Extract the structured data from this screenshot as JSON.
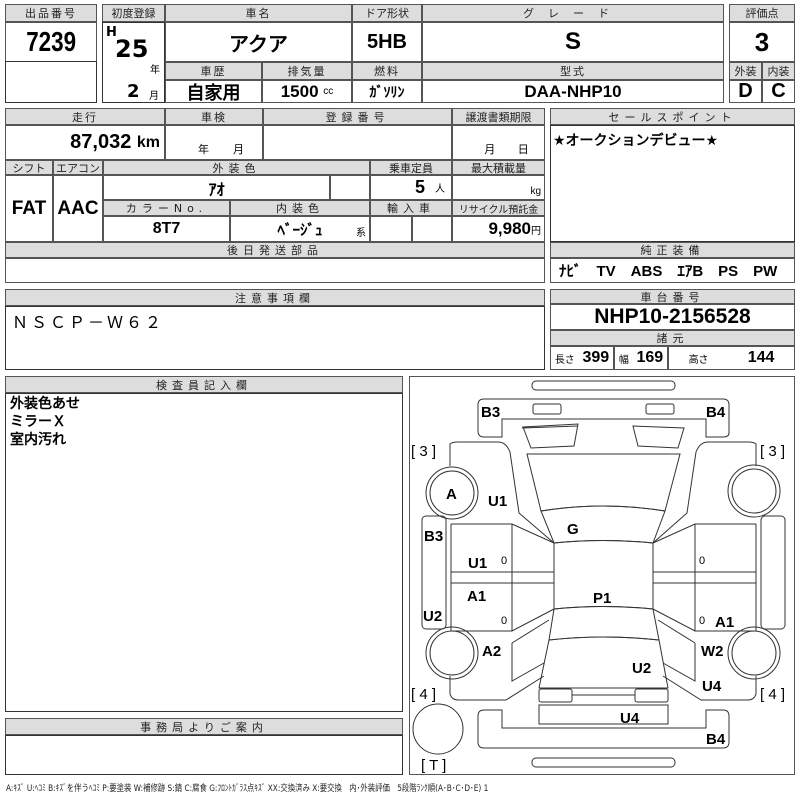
{
  "lot": {
    "label": "出品番号",
    "value": "7239"
  },
  "first_reg": {
    "label": "初度登録",
    "era": "H",
    "year": "25",
    "year_unit": "年",
    "month": "2",
    "month_unit": "月"
  },
  "car_name": {
    "label": "車名",
    "value": "アクア"
  },
  "door": {
    "label": "ドア形状",
    "value": "5HB"
  },
  "grade": {
    "label": "グレード",
    "value": "S"
  },
  "history": {
    "label": "車歴",
    "value": "自家用"
  },
  "displacement": {
    "label": "排気量",
    "value": "1500",
    "unit": "cc"
  },
  "fuel": {
    "label": "燃料",
    "value": "ｶﾞｿﾘﾝ"
  },
  "model": {
    "label": "型式",
    "value": "DAA-NHP10"
  },
  "score": {
    "label": "評価点",
    "value": "3",
    "ext_label": "外装",
    "int_label": "内装",
    "ext": "D",
    "int": "C"
  },
  "mileage": {
    "label": "走行",
    "value": "87,032",
    "unit": "km"
  },
  "inspection": {
    "label": "車検",
    "year_unit": "年",
    "month_unit": "月"
  },
  "reg_no": {
    "label": "登録番号"
  },
  "transfer": {
    "label": "譲渡書類期限",
    "month_unit": "月",
    "day_unit": "日"
  },
  "shift": {
    "label": "シフト",
    "value": "FAT"
  },
  "ac": {
    "label": "エアコン",
    "value": "AAC"
  },
  "ext_color": {
    "label": "外装色",
    "value": "ｱｵ"
  },
  "seats": {
    "label": "乗車定員",
    "value": "5",
    "unit": "人"
  },
  "max_load": {
    "label": "最大積載量",
    "unit": "kg"
  },
  "color_no": {
    "label": "カラーNo.",
    "value": "8T7"
  },
  "int_color": {
    "label": "内装色",
    "value": "ﾍﾞｰｼﾞｭ",
    "suffix": "系"
  },
  "import": {
    "label": "輸入車"
  },
  "recycle": {
    "label": "リサイクル預託金",
    "value": "9,980",
    "unit": "円"
  },
  "later_parts": {
    "label": "後日発送部品"
  },
  "sales_point": {
    "label": "セールスポイント",
    "value": "★オークションデビュー★"
  },
  "equipment": {
    "label": "純正装備",
    "value": "ﾅﾋﾞ　TV　ABS　ｴｱB　PS　PW"
  },
  "notes": {
    "label": "注意事項欄",
    "value": "ＮＳＣＰ－Ｗ６２"
  },
  "chassis": {
    "label": "車台番号",
    "value": "NHP10-2156528"
  },
  "specs": {
    "label": "諸元",
    "length_label": "長さ",
    "length": "399",
    "width_label": "幅",
    "width": "169",
    "height_label": "高さ",
    "height": "144"
  },
  "inspector": {
    "label": "検査員記入欄",
    "lines": [
      "外装色あせ",
      "ミラーＸ",
      "室内汚れ"
    ]
  },
  "office": {
    "label": "事務局よりご案内"
  },
  "diagram": {
    "marks": [
      "B3",
      "B4",
      "[ 3 ]",
      "[ 3 ]",
      "A",
      "U1",
      "G",
      "B3",
      "U1",
      "0",
      "A1",
      "U2",
      "0",
      "P1",
      "0",
      "0",
      "A1",
      "A2",
      "W2",
      "U2",
      "U4",
      "[ 4 ]",
      "[ 4 ]",
      "U4",
      "B4",
      "[ T ]"
    ]
  },
  "legend": "A:ｷｽﾞ U:ﾍｺﾐ B:ｷｽﾞを伴うﾍｺﾐ P:要塗装 W:補修跡 S:錆 C:腐食 G:ﾌﾛﾝﾄｶﾞﾗｽ点ｷｽﾞ XX:交換済み X:要交換　内･外装評価　5段階ﾗﾝｸ順(A･B･C･D･E) 1"
}
